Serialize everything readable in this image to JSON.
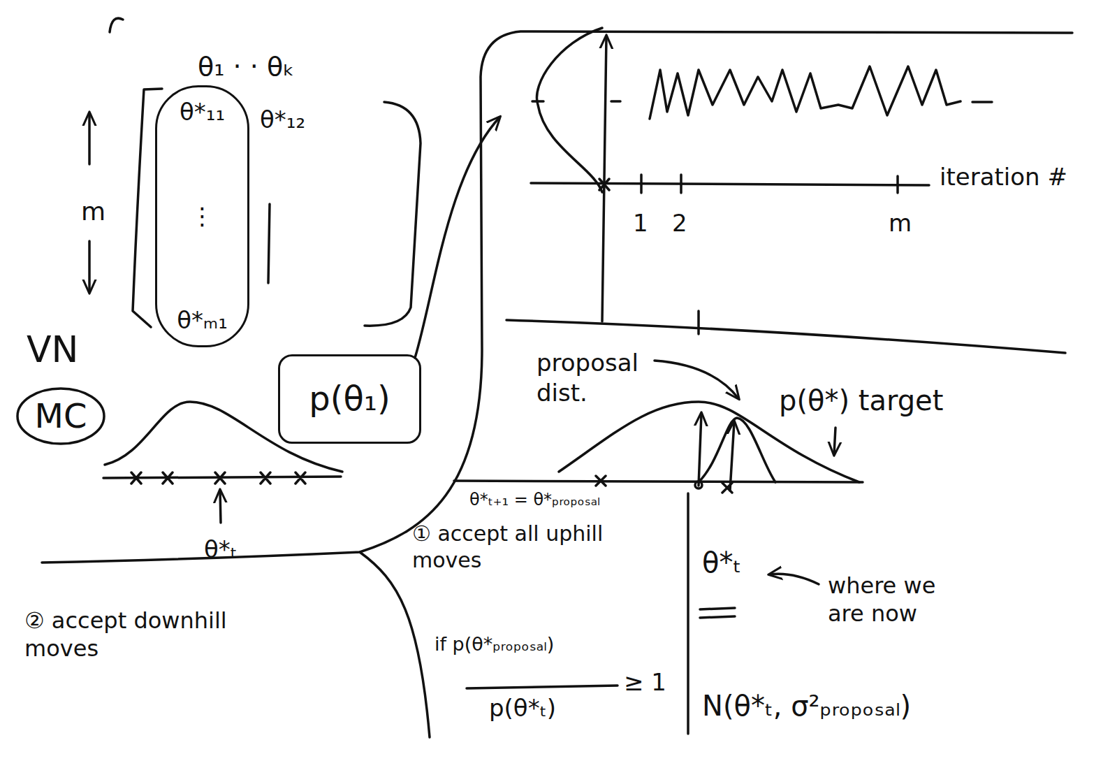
{
  "diagram": {
    "nodes": [
      {
        "text": [
          "θ*₁₁",
          "⋮",
          "θ*ₘ₁"
        ]
      },
      {
        "text": [
          "MC"
        ]
      },
      {
        "text": [
          "p(θ₁)"
        ]
      }
    ],
    "labels": [
      "θ₁ · · θₖ",
      "θ*₁₂",
      "m",
      "VN",
      "θ*ₜ",
      "1",
      "2",
      "m",
      "iteration #",
      "proposal dist.",
      "p(θ*) target",
      "θ*ₜ₊₁ = θ*ₚᵣₒₚₒₛₐₗ",
      "① accept all uphill moves",
      "if p(θ*ₚᵣₒₚₒₛₐₗ)",
      "p(θ*ₜ)",
      "≥ 1",
      "N(θ*ₜ, σ²ₚᵣₒₚₒₛₐₗ)",
      "θ*ₜ",
      "where we are now",
      "② accept downhill moves"
    ]
  }
}
